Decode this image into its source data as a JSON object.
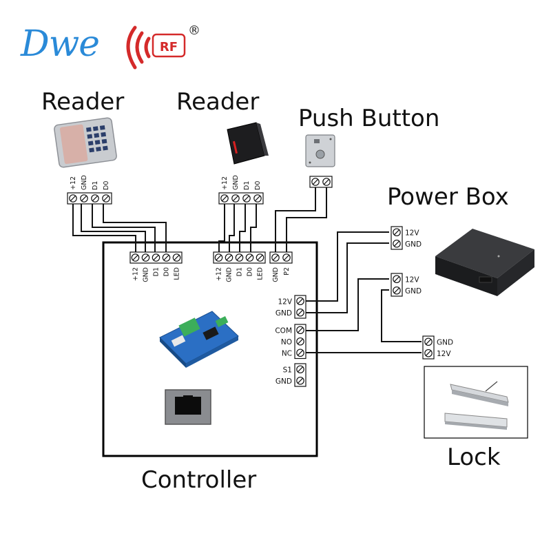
{
  "logo": {
    "brand": "Dwe",
    "badge": "RF",
    "mark": "®"
  },
  "labels": {
    "reader1": "Reader",
    "reader2": "Reader",
    "push_button": "Push Button",
    "power_box": "Power Box",
    "controller": "Controller",
    "lock": "Lock"
  },
  "reader1_terminals": [
    "+12",
    "GND",
    "D1",
    "D0"
  ],
  "reader2_terminals": [
    "+12",
    "GND",
    "D1",
    "D0"
  ],
  "controller_reader1_terminals": [
    "+12",
    "GND",
    "D1",
    "D0",
    "LED"
  ],
  "controller_reader2_terminals": [
    "+12",
    "GND",
    "D1",
    "D0",
    "LED"
  ],
  "controller_button_terminals": [
    "GND",
    "P2"
  ],
  "controller_side_terminals": [
    "12V",
    "GND",
    "COM",
    "NO",
    "NC",
    "S1",
    "GND"
  ],
  "power_terminals_top": [
    "12V",
    "GND"
  ],
  "power_terminals_mid": [
    "12V",
    "GND"
  ],
  "lock_terminals": [
    "GND",
    "12V"
  ],
  "colors": {
    "logo_blue": "#2a8ad8",
    "logo_red": "#d42a2a",
    "line": "#111111"
  }
}
